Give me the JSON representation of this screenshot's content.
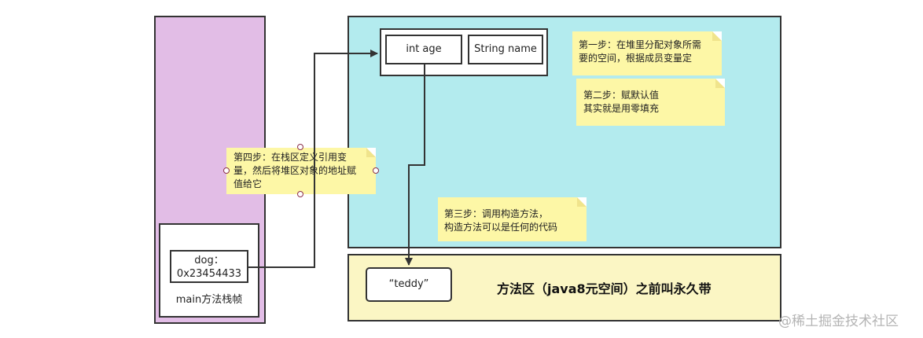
{
  "stack": {
    "frame_label": "main方法栈帧",
    "dog_ref_line1": "dog：",
    "dog_ref_line2": "0x23454433"
  },
  "heap": {
    "field_age": "int age",
    "field_name": "String name"
  },
  "method_area": {
    "title": "方法区（java8元空间）之前叫永久带",
    "string_literal": "“teddy”"
  },
  "notes": {
    "step1": [
      "第一步：在堆里分配对象所需",
      "要的空间，根据成员变量定"
    ],
    "step2": [
      "第二步：赋默认值",
      "其实就是用零填充"
    ],
    "step3": [
      "第三步：调用构造方法，",
      "构造方法可以是任何的代码"
    ],
    "step4": [
      "第四步：在栈区定义引用变",
      "量，然后将堆区对象的地址赋",
      "值给它"
    ]
  },
  "watermark": "@稀土掘金技术社区",
  "colors": {
    "stack_panel": "#e2bde6",
    "heap_panel": "#b3ebee",
    "method_panel": "#fbf6c4",
    "note": "#fdf7a6"
  }
}
